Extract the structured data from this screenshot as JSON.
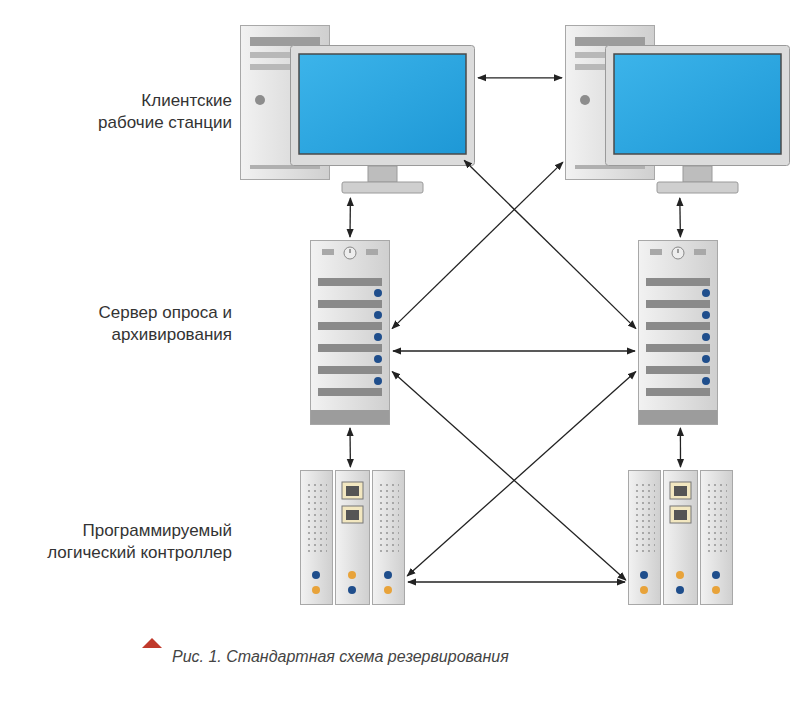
{
  "diagram": {
    "caption": "Рис. 1. Стандартная схема резервирования",
    "nodes": [
      {
        "text": []
      },
      {
        "text": []
      },
      {
        "text": []
      },
      {
        "text": []
      },
      {
        "text": []
      },
      {
        "text": []
      }
    ],
    "edges": [
      {
        "from": 0,
        "to": 1,
        "arrow": "both"
      },
      {
        "from": 0,
        "to": 2,
        "arrow": "both"
      },
      {
        "from": 1,
        "to": 3,
        "arrow": "both"
      },
      {
        "from": 0,
        "to": 3,
        "arrow": "both"
      },
      {
        "from": 1,
        "to": 2,
        "arrow": "both"
      },
      {
        "from": 2,
        "to": 3,
        "arrow": "both"
      },
      {
        "from": 2,
        "to": 5,
        "arrow": "both"
      },
      {
        "from": 3,
        "to": 4,
        "arrow": "both"
      },
      {
        "from": 2,
        "to": 4,
        "arrow": "both"
      },
      {
        "from": 3,
        "to": 5,
        "arrow": "both"
      },
      {
        "from": 4,
        "to": 5,
        "arrow": "both"
      }
    ],
    "labels": [
      "Клиентские рабочие станции",
      "Сервер опроса и архивирования",
      "Программируемый логический контроллер"
    ]
  }
}
